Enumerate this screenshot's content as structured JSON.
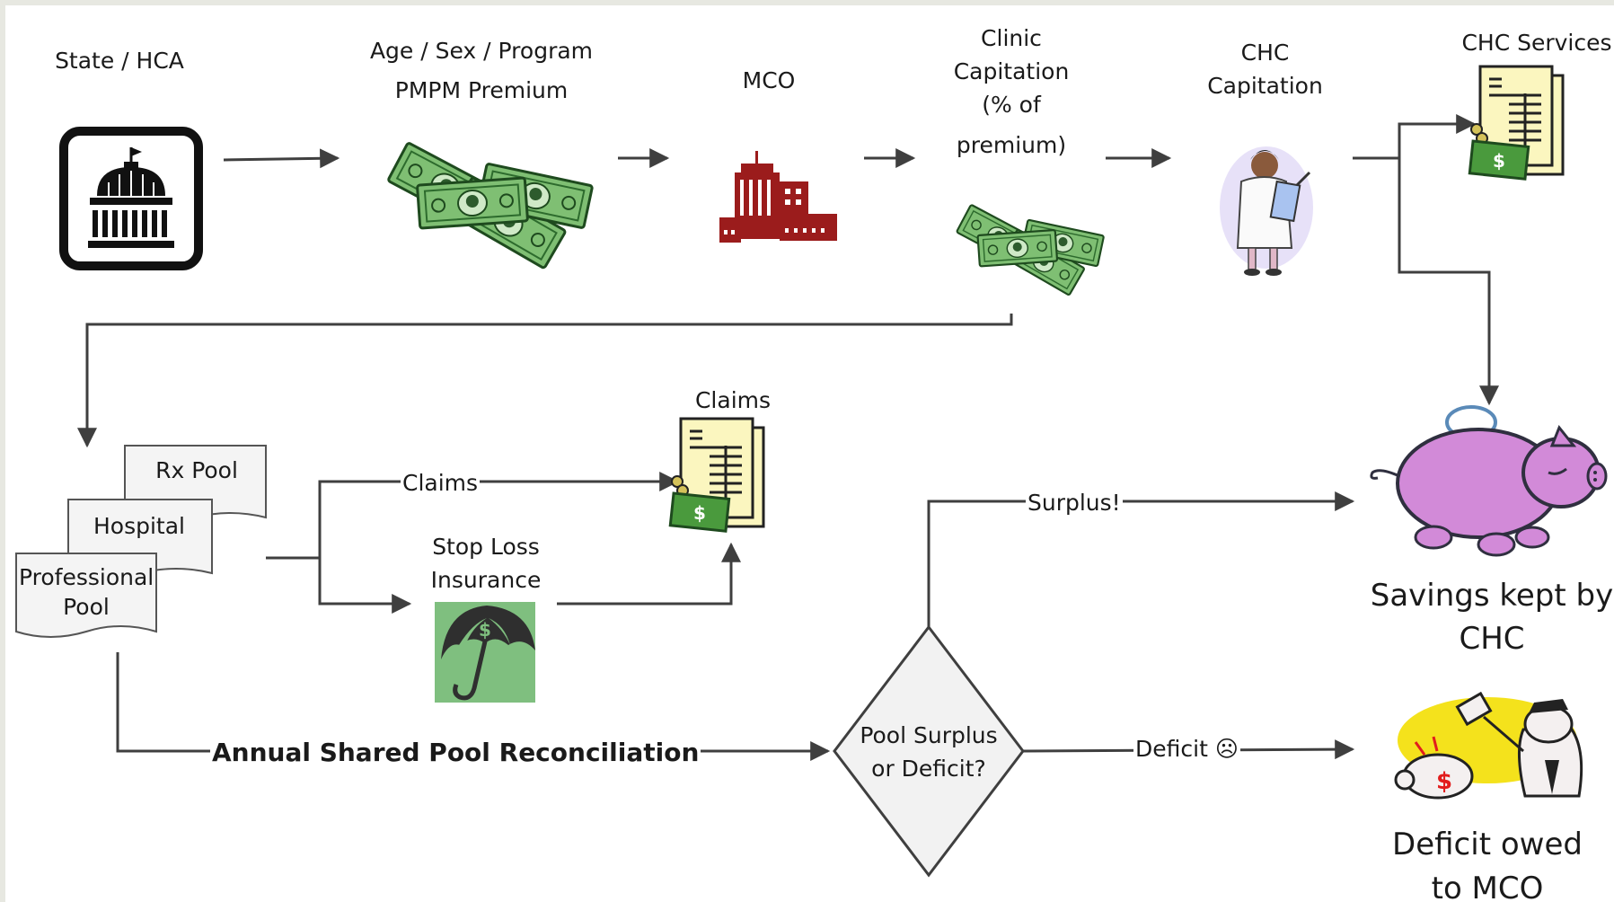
{
  "colors": {
    "line": "#3f3f3f",
    "money_green": "#5fa35a",
    "building_red": "#9b1c1c",
    "doc_yellow": "#fbf6bf",
    "piggy_pink": "#d28ad8",
    "umbrella_bg": "#7fbf7f",
    "yellow_bg": "#f4e21c"
  },
  "nodes": {
    "state": {
      "label": "State / HCA",
      "icon": "capitol-icon"
    },
    "premium": {
      "line1": "Age / Sex / Program",
      "line2": "PMPM Premium",
      "icon": "money-stack-icon"
    },
    "mco": {
      "label": "MCO",
      "icon": "office-building-icon"
    },
    "clinic": {
      "line1": "Clinic",
      "line2": "Capitation",
      "line3": "(% of",
      "line4": "premium)",
      "icon": "money-stack-icon"
    },
    "chc_capitation": {
      "line1": "CHC",
      "line2": "Capitation",
      "icon": "doctor-icon"
    },
    "chc_services": {
      "label": "CHC Services",
      "icon": "invoice-money-icon"
    },
    "pools": {
      "rx": "Rx Pool",
      "hospital": "Hospital",
      "professional_line1": "Professional",
      "professional_line2": "Pool"
    },
    "claims_branch": {
      "label": "Claims"
    },
    "claims_node": {
      "label": "Claims",
      "icon": "invoice-money-icon"
    },
    "stop_loss": {
      "line1": "Stop Loss",
      "line2": "Insurance",
      "icon": "umbrella-money-icon"
    },
    "reconciliation": {
      "label": "Annual Shared Pool Reconciliation"
    },
    "decision": {
      "line1": "Pool Surplus",
      "line2": "or Deficit?"
    },
    "surplus": {
      "label": "Surplus!"
    },
    "deficit": {
      "label": "Deficit ☹"
    },
    "savings": {
      "line1": "Savings kept by",
      "line2": "CHC",
      "icon": "piggy-bank-icon"
    },
    "deficit_owed": {
      "line1": "Deficit owed",
      "line2": "to MCO",
      "icon": "piggy-bank-hammer-icon"
    }
  }
}
